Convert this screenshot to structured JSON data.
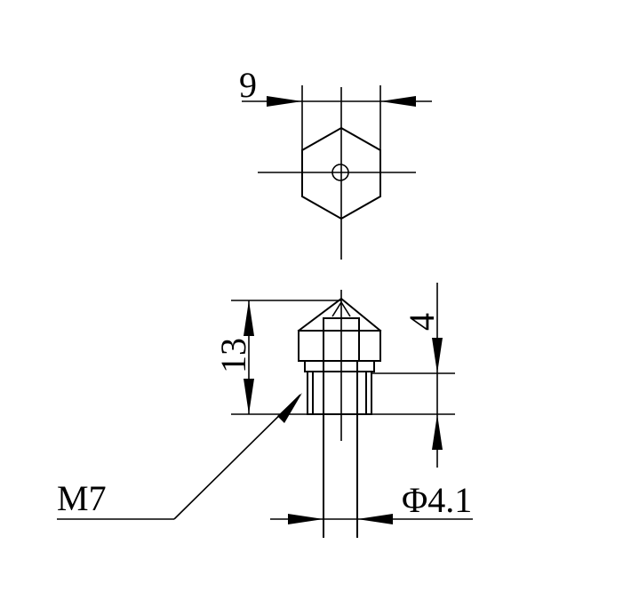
{
  "drawing": {
    "dimensions": {
      "hex_width": "9",
      "height": "13",
      "tip_length": "4",
      "thread": "M7",
      "bore_diameter": "Φ4.1"
    },
    "colors": {
      "line": "#000000",
      "background": "#ffffff"
    }
  }
}
